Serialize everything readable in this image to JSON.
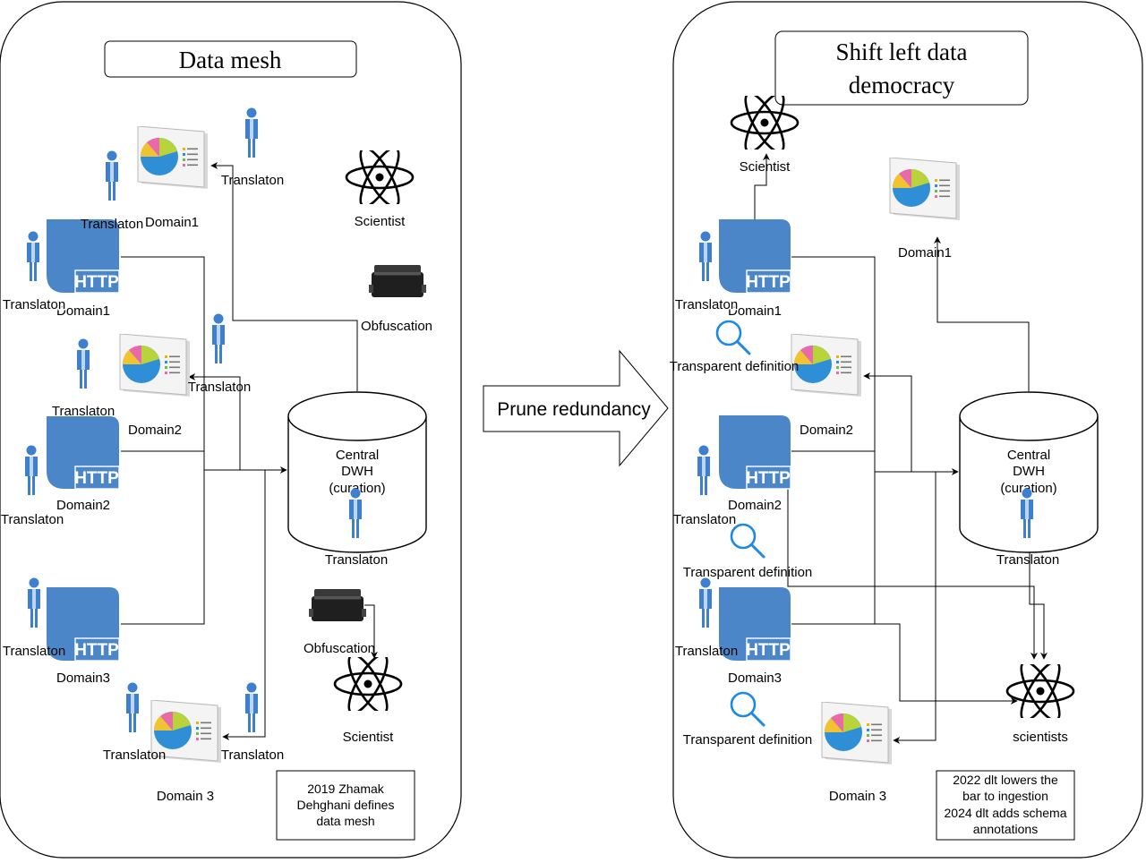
{
  "left_panel": {
    "title": "Data mesh",
    "labels": {
      "translaton_domain1_screen": "Translaton",
      "domain1_screen": "Domain1",
      "translaton_http1_top": "Translaton",
      "translaton_http1_left": "Translaton",
      "domain1_http": "Domain1",
      "scientist_top": "Scientist",
      "obfuscation_top": "Obfuscation",
      "translaton_domain2_screen": "Translaton",
      "translaton_http2_top": "Translaton",
      "domain2_screen": "Domain2",
      "domain2_http": "Domain2",
      "translaton_http2_left": "Translaton",
      "dwh_line1": "Central",
      "dwh_line2": "DWH",
      "dwh_line3": "(curation)",
      "translaton_dwh": "Translaton",
      "obfuscation_bottom": "Obfuscation",
      "translaton_http3": "Translaton",
      "domain3_http": "Domain3",
      "scientist_bottom": "Scientist",
      "translaton_domain3_left": "Translaton",
      "translaton_domain3_right": "Translaton",
      "domain3_screen": "Domain 3"
    },
    "note": [
      "2019 Zhamak",
      "Dehghani defines",
      "data mesh"
    ]
  },
  "arrow_label": "Prune redundancy",
  "right_panel": {
    "title_line1": "Shift left data",
    "title_line2": "democracy",
    "labels": {
      "scientist_top": "Scientist",
      "domain1_screen": "Domain1",
      "translaton_http1": "Translaton",
      "domain1_http": "Domain1",
      "transparent_def1": "Transparent definition",
      "domain2_screen": "Domain2",
      "domain2_http": "Domain2",
      "translaton_http2": "Translaton",
      "transparent_def2": "Transparent definition",
      "dwh_line1": "Central",
      "dwh_line2": "DWH",
      "dwh_line3": "(curation)",
      "translaton_dwh": "Translaton",
      "translaton_http3": "Translaton",
      "domain3_http": "Domain3",
      "transparent_def3": "Transparent definition",
      "scientists": "scientists",
      "domain3_screen": "Domain 3"
    },
    "note": [
      "2022 dlt lowers the",
      "bar to ingestion",
      "2024 dlt adds schema",
      "annotations"
    ]
  },
  "icons": {
    "http_badge": "HTTP",
    "http_color": "#4a86c8",
    "person_color": "#3f7fcf",
    "magnifier_color": "#1e88e5"
  }
}
